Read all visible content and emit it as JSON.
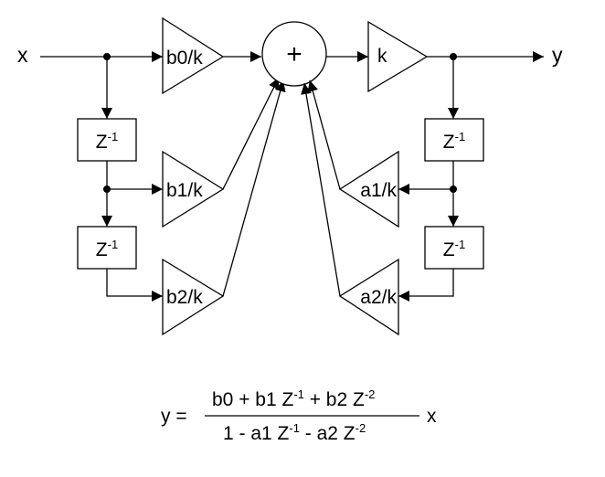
{
  "diagram": {
    "input_label": "x",
    "output_label": "y",
    "sum_symbol": "+",
    "gain_label": "k",
    "delay": {
      "base": "Z",
      "exponent": "-1"
    },
    "forward": [
      "b0/k",
      "b1/k",
      "b2/k"
    ],
    "feedback": [
      "a1/k",
      "a2/k"
    ]
  },
  "formula": {
    "lhs": "y =",
    "numerator": {
      "t1": "b0 + b1 Z",
      "e1": "-1",
      "t2": " + b2 Z",
      "e2": "-2"
    },
    "denominator": {
      "t1": "1 - a1 Z",
      "e1": "-1",
      "t2": " - a2 Z",
      "e2": "-2"
    },
    "rhs": "x"
  }
}
